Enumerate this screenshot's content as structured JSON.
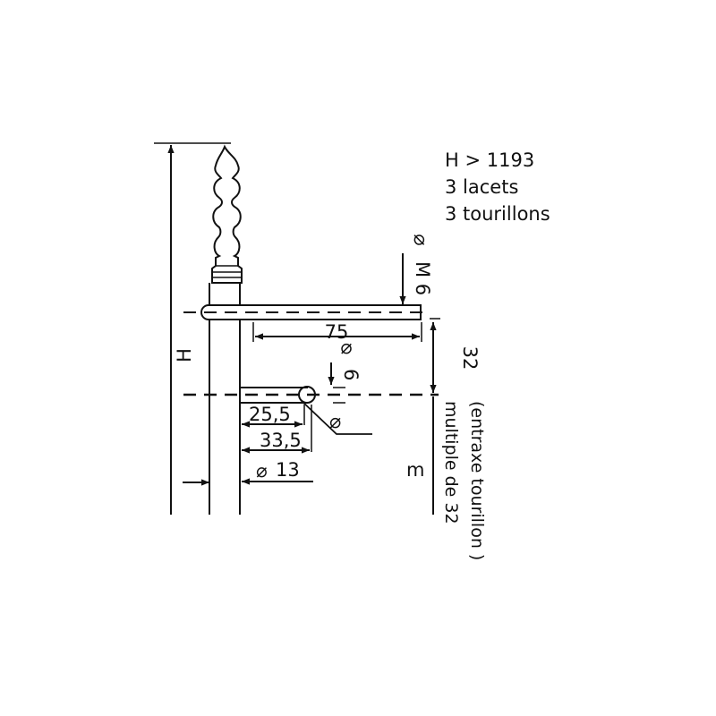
{
  "notes": {
    "line1": "H > 1193",
    "line2": "3 lacets",
    "line3": "3 tourillons"
  },
  "dimensions": {
    "height": "H",
    "screw": "M 6",
    "length_75": "75",
    "spacing_32": "32",
    "pin_6": "6",
    "d_25_5": "25,5",
    "d_33_5": "33,5",
    "d_13": "13",
    "margin": "m"
  },
  "symbols": {
    "diameter": "⌀"
  },
  "captions": {
    "entraxe_1": "(entraxe tourillon )",
    "entraxe_2": "multiple de 32"
  },
  "colors": {
    "ink": "#111111",
    "background": "#ffffff"
  }
}
